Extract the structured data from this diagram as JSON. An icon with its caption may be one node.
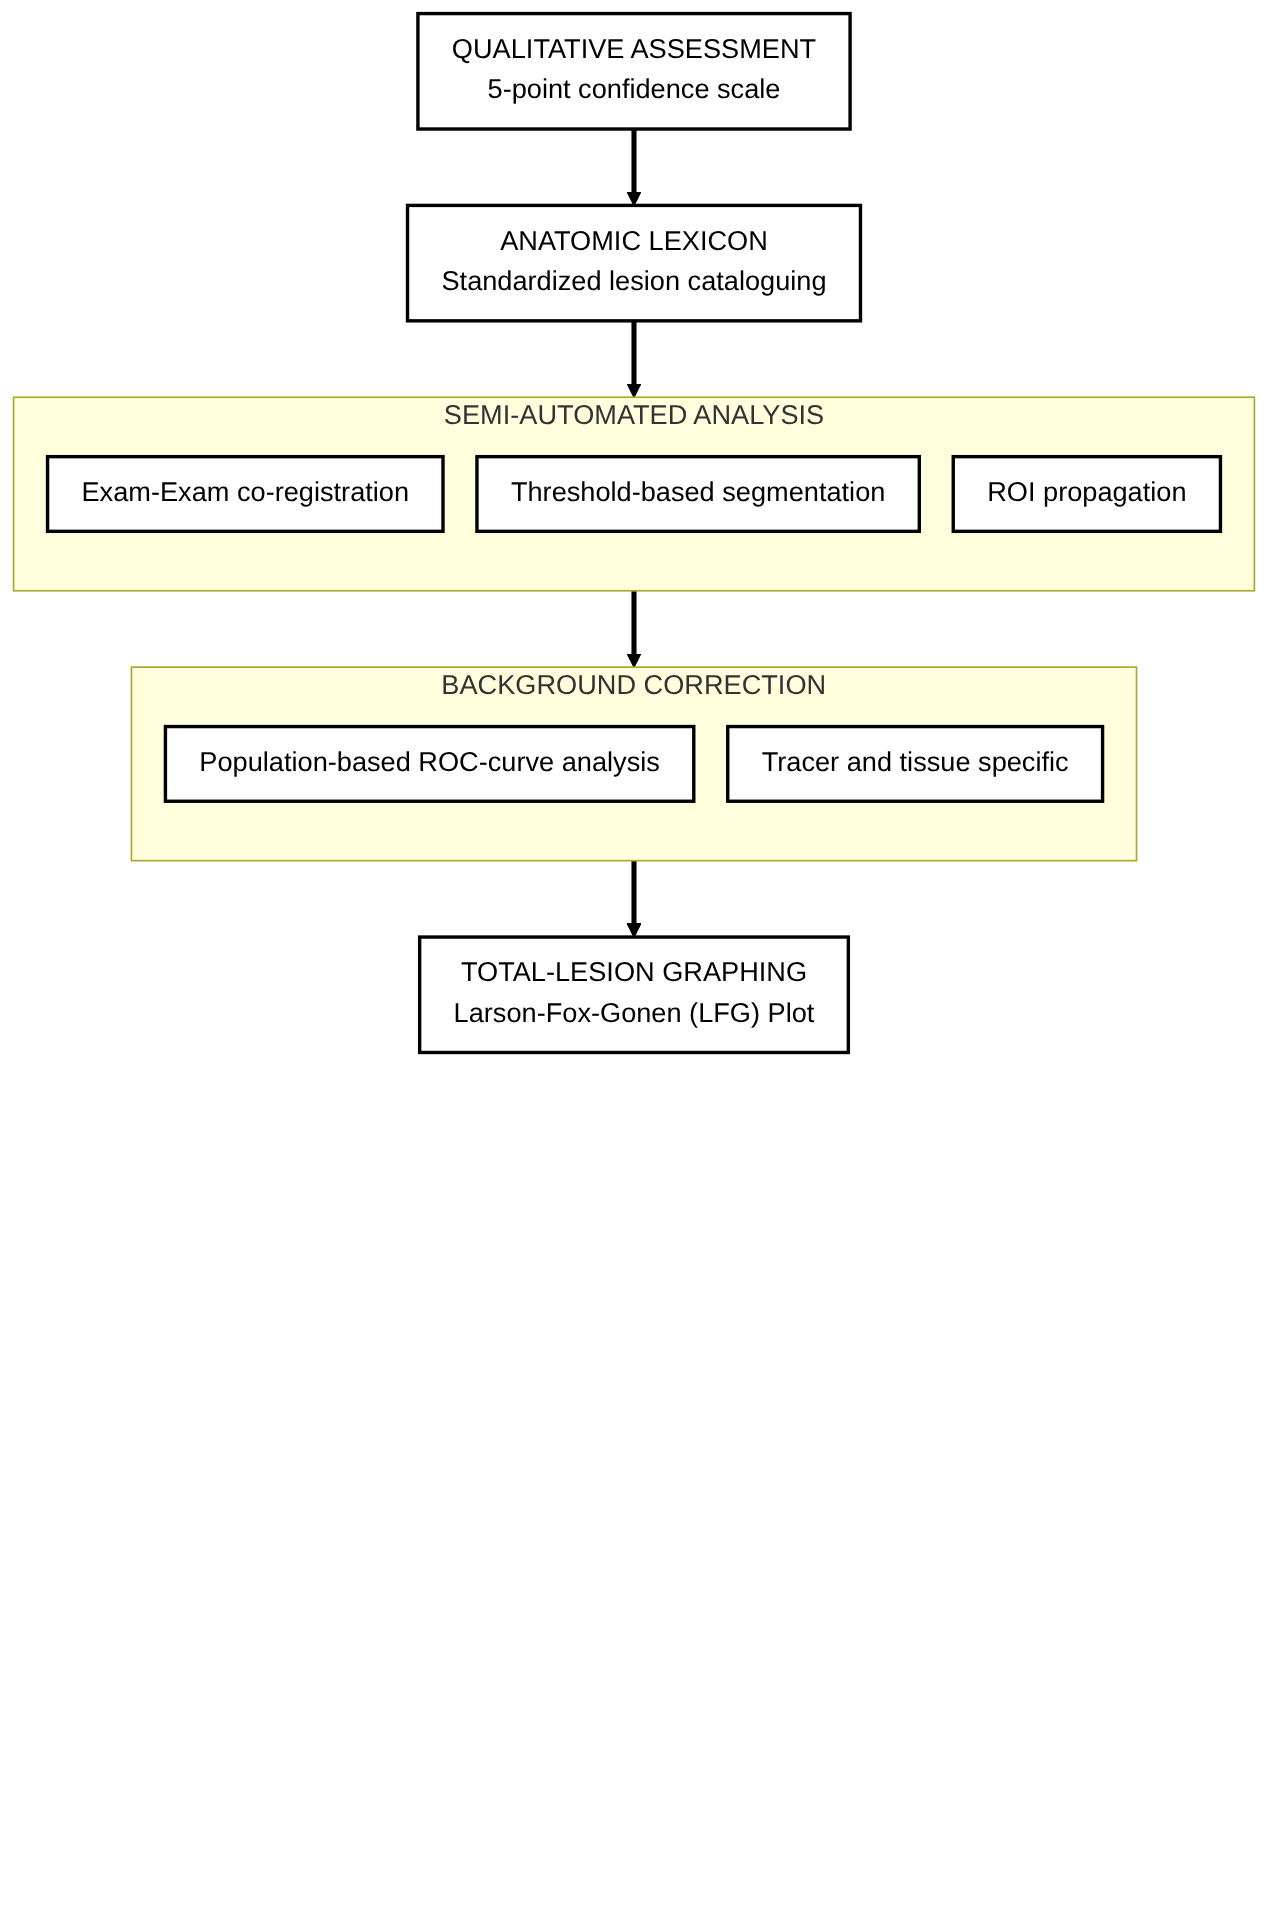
{
  "diagram": {
    "nodes": [
      {
        "text": [
          "QUALITATIVE ASSESSMENT",
          "5-point confidence scale"
        ]
      },
      {
        "text": [
          "ANATOMIC LEXICON",
          "Standardized lesion cataloguing"
        ]
      },
      {
        "text": [
          "SEMI-AUTOMATED ANALYSIS"
        ]
      },
      {
        "text": [
          "Exam-Exam co-registration"
        ],
        "in": 2
      },
      {
        "text": [
          "Threshold-based segmentation"
        ],
        "in": 2
      },
      {
        "text": [
          "ROI propagation"
        ],
        "in": 2
      },
      {
        "text": [
          "BACKGROUND CORRECTION"
        ]
      },
      {
        "text": [
          "Population-based ROC-curve analysis"
        ],
        "in": 6
      },
      {
        "text": [
          "Tracer and tissue specific"
        ],
        "in": 6
      },
      {
        "text": [
          "TOTAL-LESION GRAPHING",
          "Larson-Fox-Gonen (LFG) Plot"
        ]
      }
    ],
    "edges": [
      {
        "from": 0,
        "to": 1,
        "arrow": "to"
      },
      {
        "from": 1,
        "to": 2,
        "arrow": "to"
      },
      {
        "from": 2,
        "to": 6,
        "arrow": "to"
      },
      {
        "from": 6,
        "to": 9,
        "arrow": "to"
      }
    ]
  }
}
